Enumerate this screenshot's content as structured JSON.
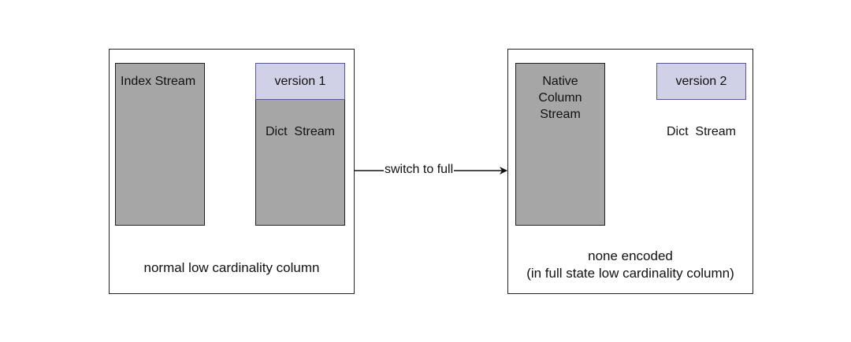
{
  "left_panel": {
    "index_stream": "Index Stream",
    "version_badge": "version 1",
    "dict_stream": "Dict  Stream",
    "caption": "normal low cardinality column"
  },
  "arrow": {
    "label": "switch to full"
  },
  "right_panel": {
    "native_stream_lines": [
      "Native",
      "Column",
      "Stream"
    ],
    "version_badge": "version 2",
    "dict_stream": "Dict  Stream",
    "caption_lines": [
      "none encoded",
      "(in full state low cardinality column)"
    ]
  },
  "colors": {
    "stream_fill": "#a6a6a6",
    "version_fill": "#d0d0e6",
    "version_border": "#565699",
    "outline": "#222222"
  }
}
